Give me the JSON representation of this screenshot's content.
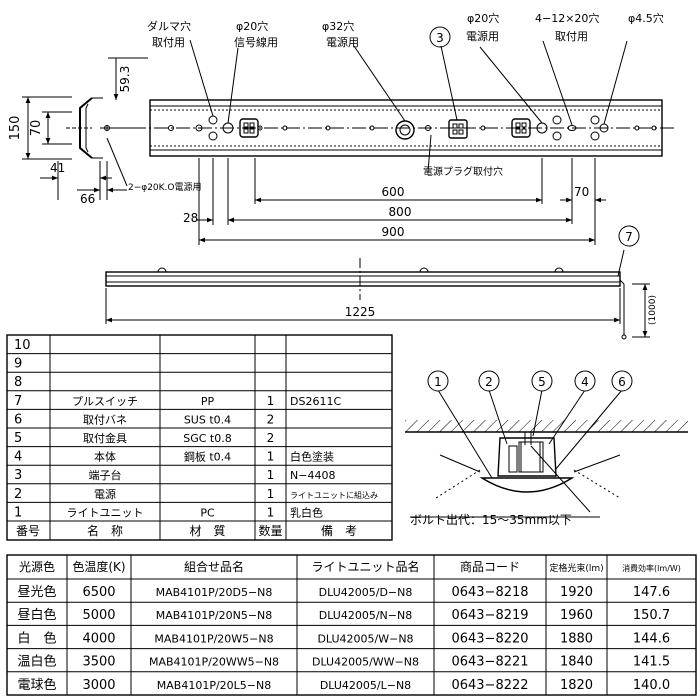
{
  "plan_view": {
    "callouts": {
      "daruma": [
        "ダルマ穴",
        "取付用"
      ],
      "hole20_signal": [
        "φ20穴",
        "信号線用"
      ],
      "hole32": [
        "φ32穴",
        "電源用"
      ],
      "hole20_power": [
        "φ20穴",
        "電源用"
      ],
      "slot": [
        "4−12×20穴",
        "取付用"
      ],
      "hole45": "φ4.5穴",
      "plug": "電源プラグ取付穴",
      "knockout": "2−φ20K.O電源用"
    },
    "dims": {
      "d150": "150",
      "d70": "70",
      "d59_3": "59.3",
      "d41": "41",
      "d66": "66",
      "d28": "28",
      "d600": "600",
      "d800": "800",
      "d900": "900",
      "d70b": "70"
    },
    "part_marker": "3"
  },
  "side_view": {
    "d1225": "1225",
    "d1000": "(1000)",
    "part_marker": "7"
  },
  "parts_table": {
    "header": [
      "番号",
      "名　称",
      "材　質",
      "数量",
      "備　考"
    ],
    "rows": [
      [
        "10",
        "",
        "",
        "",
        ""
      ],
      [
        "9",
        "",
        "",
        "",
        ""
      ],
      [
        "8",
        "",
        "",
        "",
        ""
      ],
      [
        "7",
        "プルスイッチ",
        "PP",
        "1",
        "DS2611C"
      ],
      [
        "6",
        "取付バネ",
        "SUS t0.4",
        "2",
        ""
      ],
      [
        "5",
        "取付金具",
        "SGC t0.8",
        "2",
        ""
      ],
      [
        "4",
        "本体",
        "鋼板 t0.4",
        "1",
        "白色塗装"
      ],
      [
        "3",
        "端子台",
        "",
        "1",
        "N−4408"
      ],
      [
        "2",
        "電源",
        "",
        "1",
        "ライトユニットに組込み"
      ],
      [
        "1",
        "ライトユニット",
        "PC",
        "1",
        "乳白色"
      ]
    ]
  },
  "section_view": {
    "markers": [
      "1",
      "2",
      "5",
      "4",
      "6"
    ],
    "bolt_note": "ボルト出代：15〜35mm以下"
  },
  "spec_table": {
    "header": [
      "光源色",
      "色温度(K)",
      "組合せ品名",
      "ライトユニット品名",
      "商品コード",
      "定格光束(lm)",
      "消費効率(lm/W)"
    ],
    "rows": [
      [
        "昼光色",
        "6500",
        "MAB4101P/20D5−N8",
        "DLU42005/D−N8",
        "0643−8218",
        "1920",
        "147.6"
      ],
      [
        "昼白色",
        "5000",
        "MAB4101P/20N5−N8",
        "DLU42005/N−N8",
        "0643−8219",
        "1960",
        "150.7"
      ],
      [
        "白　色",
        "4000",
        "MAB4101P/20W5−N8",
        "DLU42005/W−N8",
        "0643−8220",
        "1880",
        "144.6"
      ],
      [
        "温白色",
        "3500",
        "MAB4101P/20WW5−N8",
        "DLU42005/WW−N8",
        "0643−8221",
        "1840",
        "141.5"
      ],
      [
        "電球色",
        "3000",
        "MAB4101P/20L5−N8",
        "DLU42005/L−N8",
        "0643−8222",
        "1820",
        "140.0"
      ]
    ]
  }
}
